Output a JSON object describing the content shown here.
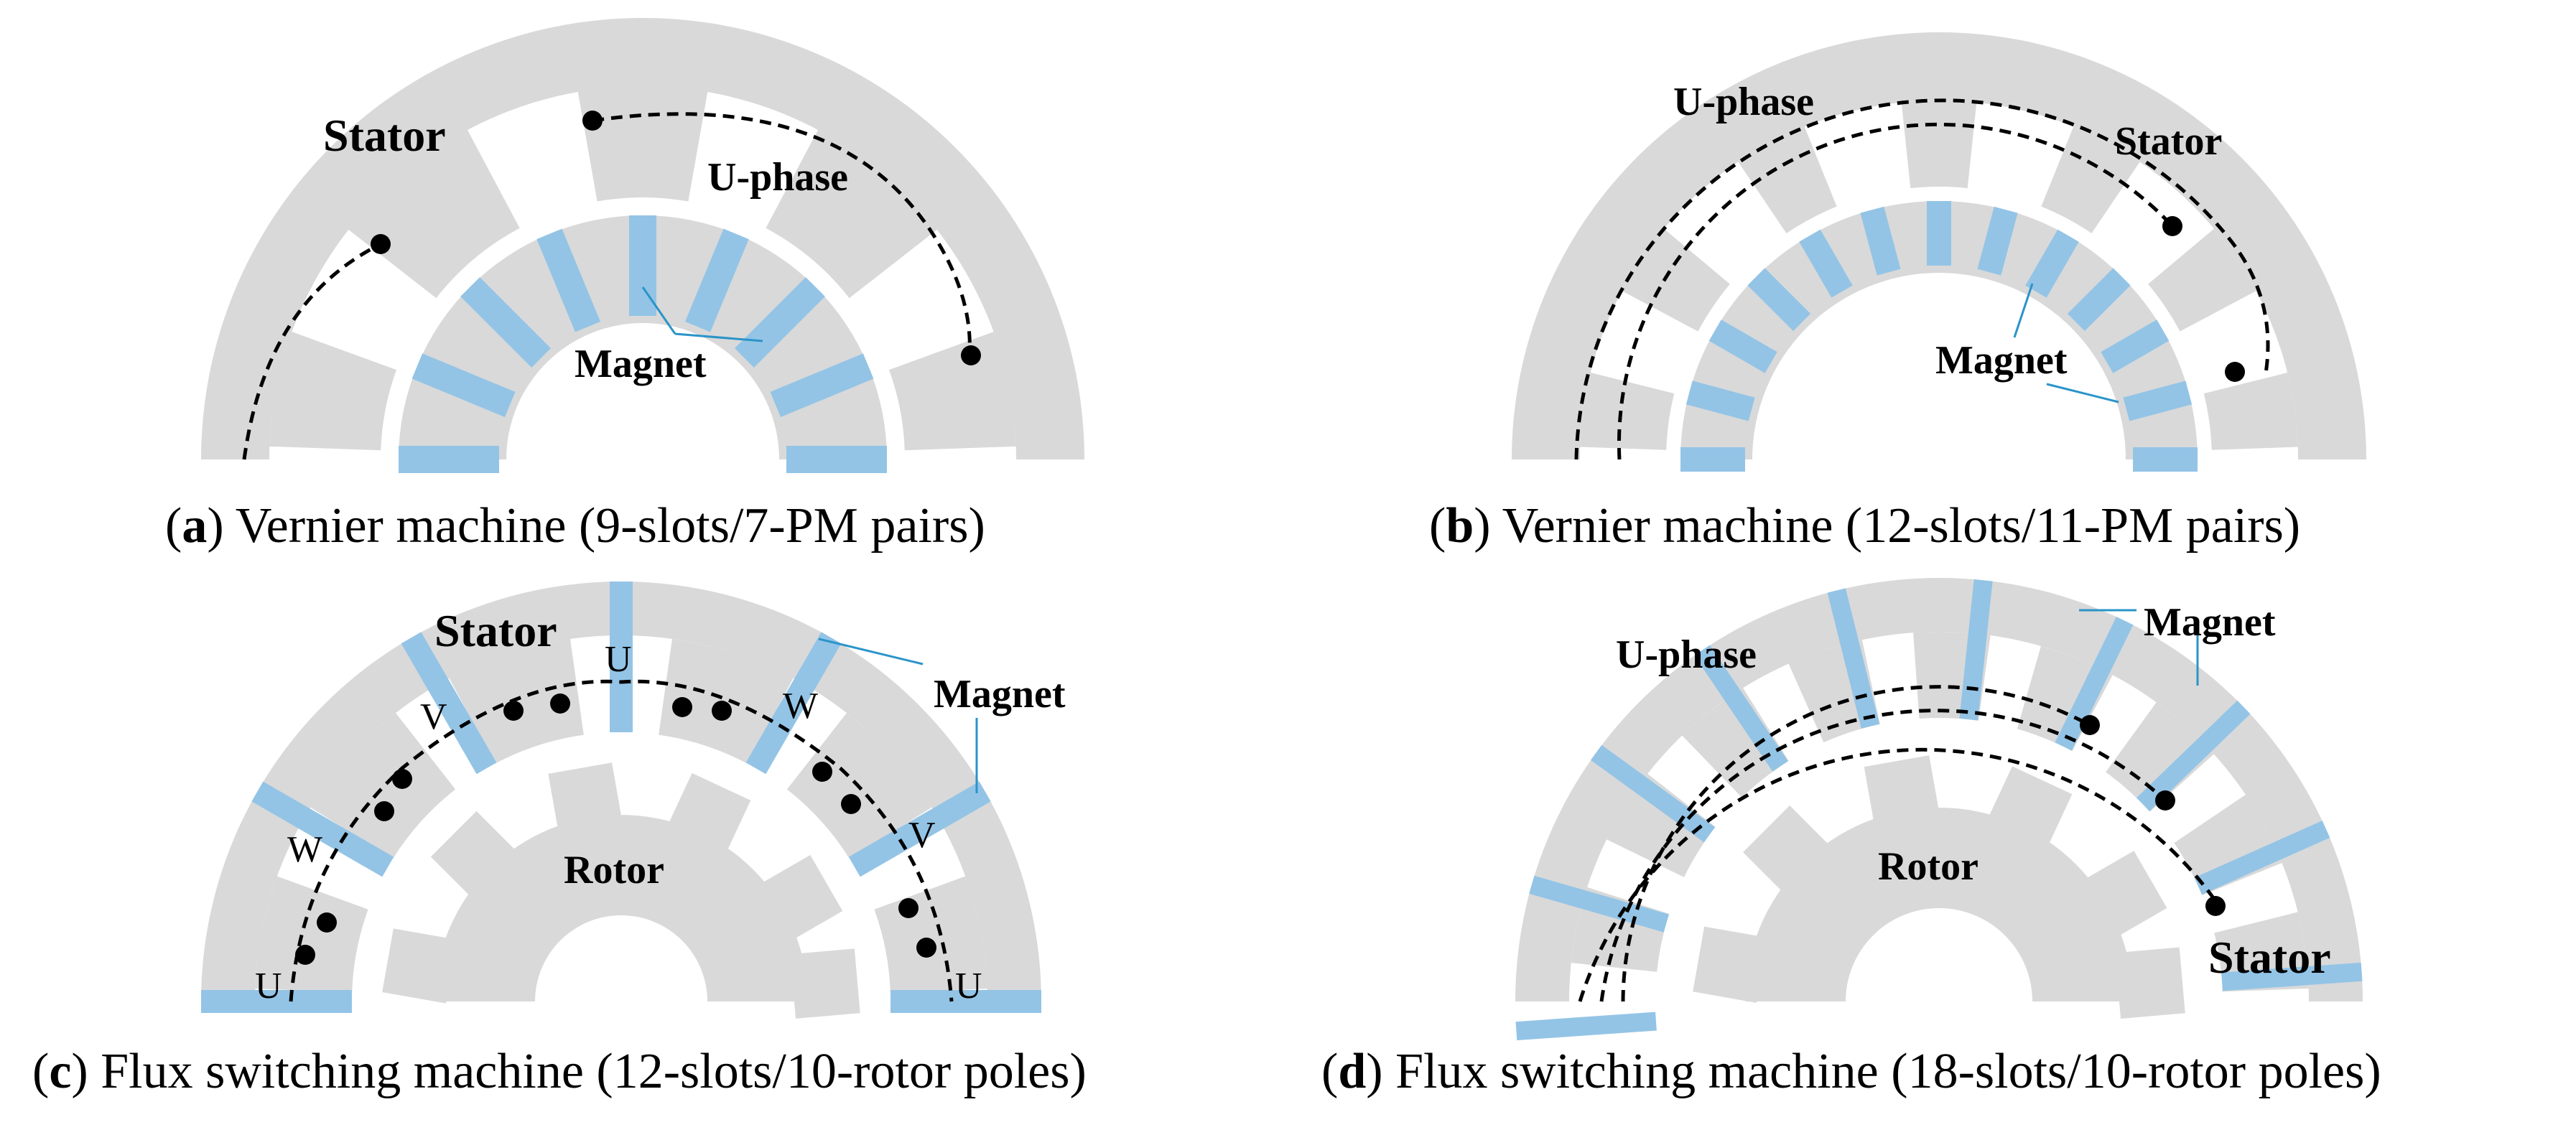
{
  "colors": {
    "iron": "#d9d9d9",
    "magnet": "#93c4e6",
    "leader": "#2a94c9",
    "winding": "#000000"
  },
  "panels": {
    "a": {
      "caption_letter": "a",
      "caption_text": "Vernier machine (9-slots/7-PM pairs)",
      "labels": {
        "stator": "Stator",
        "phase": "U-phase",
        "magnet": "Magnet"
      }
    },
    "b": {
      "caption_letter": "b",
      "caption_text": "Vernier machine (12-slots/11-PM pairs)",
      "labels": {
        "stator": "Stator",
        "phase": "U-phase",
        "magnet": "Magnet"
      }
    },
    "c": {
      "caption_letter": "c",
      "caption_text": "Flux switching machine (12-slots/10-rotor poles)",
      "labels": {
        "stator": "Stator",
        "rotor": "Rotor",
        "magnet": "Magnet"
      },
      "phase_labels": [
        "U",
        "V",
        "W",
        "V",
        "W",
        "U"
      ]
    },
    "d": {
      "caption_letter": "d",
      "caption_text": "Flux switching machine (18-slots/10-rotor poles)",
      "labels": {
        "stator": "Stator",
        "rotor": "Rotor",
        "magnet": "Magnet",
        "phase": "U-phase"
      }
    }
  }
}
